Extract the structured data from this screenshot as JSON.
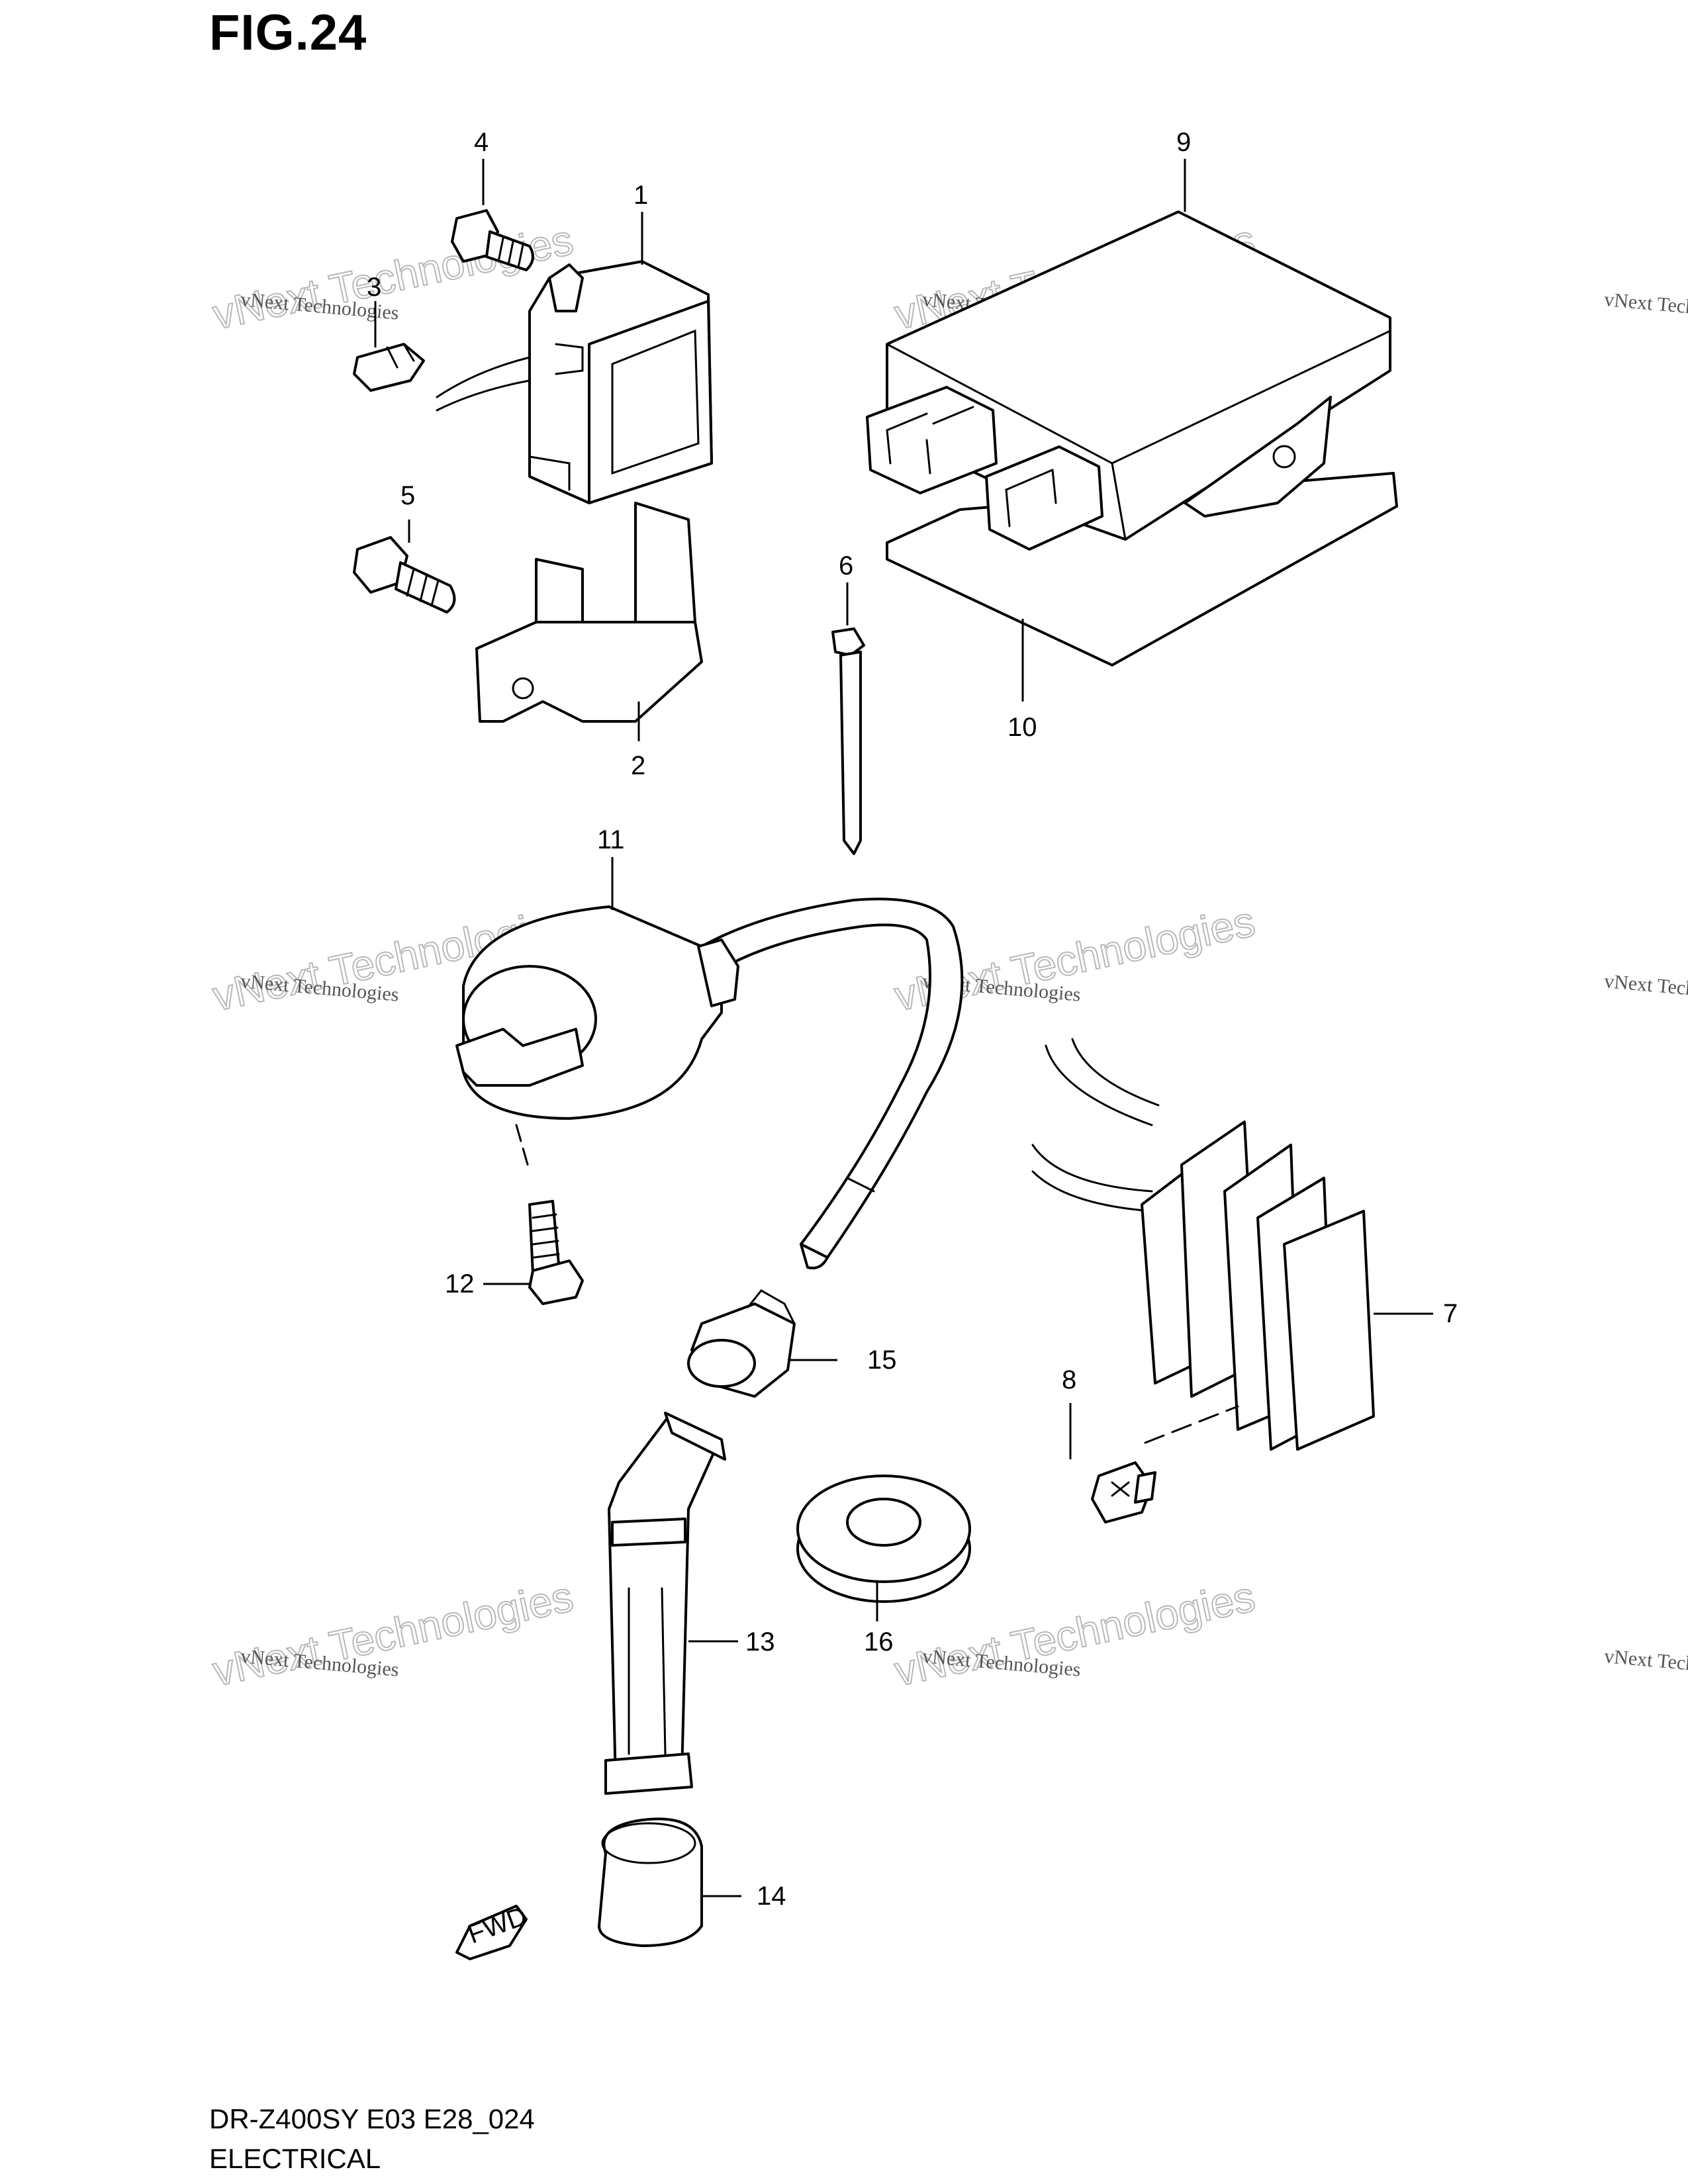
{
  "figure_title": "FIG.24",
  "footer": {
    "model": "DR-Z400SY  E03  E28_024",
    "section": "ELECTRICAL"
  },
  "watermark": {
    "top_text": "vNext",
    "bottom_text": "Technologies",
    "small_text": "vNext Technologies"
  },
  "fwd_label": "FWD",
  "callouts": [
    "1",
    "2",
    "3",
    "4",
    "5",
    "6",
    "7",
    "8",
    "9",
    "10",
    "11",
    "12",
    "13",
    "14",
    "15",
    "16"
  ]
}
